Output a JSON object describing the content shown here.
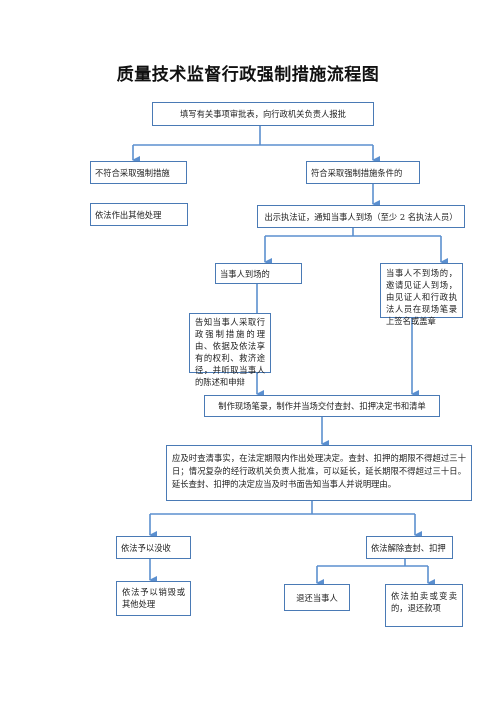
{
  "title": "质量技术监督行政强制措施流程图",
  "nodes": {
    "report": "填写有关事项审批表，向行政机关负责人报批",
    "not_meet": "不符合采取强制措施",
    "other_handling": "依法作出其他处理",
    "meet": "符合采取强制措施条件的",
    "show_cert": "出示执法证，通知当事人到场（至少 2 名执法人员）",
    "party_present": "当事人到场的",
    "party_absent": "当事人不到场的，邀请见证人到场，由见证人和行政执法人员在现场笔录上签名或盖章",
    "inform": "告知当事人采取行政强制措施的理由、依据及依法享有的权利、救济途径，并听取当事人的陈述和申辩",
    "record": "制作现场笔录，制作并当场交付查封、扣押决定书和清单",
    "verify": "应及时查清事实，在法定期限内作出处理决定。查封、扣押的期限不得超过三十日；情况复杂的经行政机关负责人批准，可以延长，延长期限不得超过三十日。延长查封、扣押的决定应当及时书面告知当事人并说明理由。",
    "confiscate": "依法予以没收",
    "release": "依法解除查封、扣押",
    "destroy": "依法予以销毁或其他处理",
    "return": "退还当事人",
    "auction": "依法拍卖或变卖的，退还款项"
  },
  "colors": {
    "border": "#4a7ab5",
    "arrow": "#5b8fcf"
  }
}
